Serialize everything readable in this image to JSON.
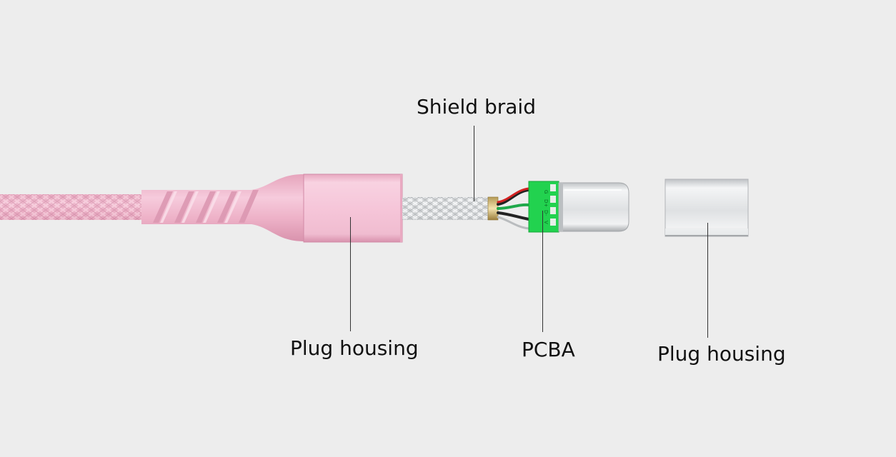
{
  "labels": {
    "shield_braid": "Shield braid",
    "plug_housing_left": "Plug housing",
    "pcba": "PCBA",
    "plug_housing_right": "Plug housing"
  },
  "pcb_marks": [
    "G",
    "D+",
    "D-",
    "V"
  ],
  "colors": {
    "background": "#ededed",
    "cable_pink": "#e7a9bf",
    "housing_pink": "#f2b9cf",
    "braid_silver": "#d3d6d8",
    "pcb_green": "#22d24f",
    "wire_red": "#d32222",
    "wire_green": "#1fa84a",
    "wire_black": "#222222",
    "connector_silver": "#e2e4e6",
    "label_text": "#111111",
    "leader_line": "#333333"
  }
}
